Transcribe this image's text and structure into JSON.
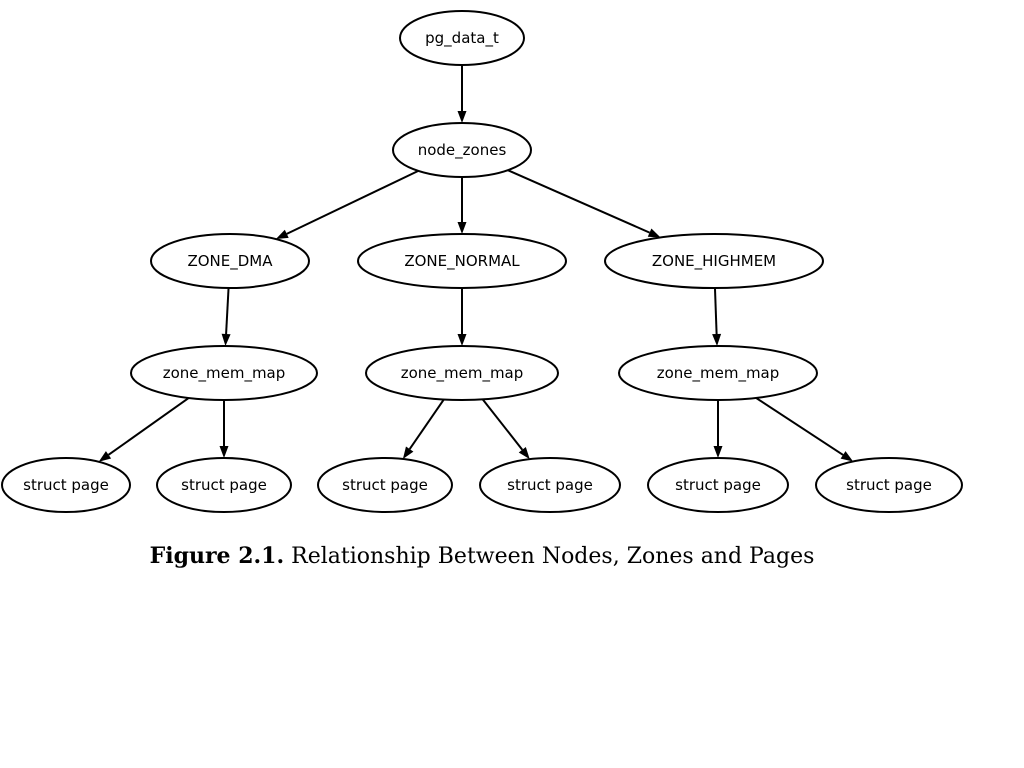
{
  "diagram": {
    "nodes": [
      {
        "id": "pgdata",
        "label": "pg_data_t"
      },
      {
        "id": "nodezones",
        "label": "node_zones"
      },
      {
        "id": "zonedma",
        "label": "ZONE_DMA"
      },
      {
        "id": "zonenormal",
        "label": "ZONE_NORMAL"
      },
      {
        "id": "zonehighmem",
        "label": "ZONE_HIGHMEM"
      },
      {
        "id": "memmap1",
        "label": "zone_mem_map"
      },
      {
        "id": "memmap2",
        "label": "zone_mem_map"
      },
      {
        "id": "memmap3",
        "label": "zone_mem_map"
      },
      {
        "id": "page1",
        "label": "struct page"
      },
      {
        "id": "page2",
        "label": "struct page"
      },
      {
        "id": "page3",
        "label": "struct page"
      },
      {
        "id": "page4",
        "label": "struct page"
      },
      {
        "id": "page5",
        "label": "struct page"
      },
      {
        "id": "page6",
        "label": "struct page"
      }
    ],
    "edges": [
      {
        "from": "pgdata",
        "to": "nodezones"
      },
      {
        "from": "nodezones",
        "to": "zonedma"
      },
      {
        "from": "nodezones",
        "to": "zonenormal"
      },
      {
        "from": "nodezones",
        "to": "zonehighmem"
      },
      {
        "from": "zonedma",
        "to": "memmap1"
      },
      {
        "from": "zonenormal",
        "to": "memmap2"
      },
      {
        "from": "zonehighmem",
        "to": "memmap3"
      },
      {
        "from": "memmap1",
        "to": "page1"
      },
      {
        "from": "memmap1",
        "to": "page2"
      },
      {
        "from": "memmap2",
        "to": "page3"
      },
      {
        "from": "memmap2",
        "to": "page4"
      },
      {
        "from": "memmap3",
        "to": "page5"
      },
      {
        "from": "memmap3",
        "to": "page6"
      }
    ]
  },
  "caption": {
    "figure_number": "Figure 2.1.",
    "text": "Relationship Between Nodes, Zones and Pages"
  }
}
